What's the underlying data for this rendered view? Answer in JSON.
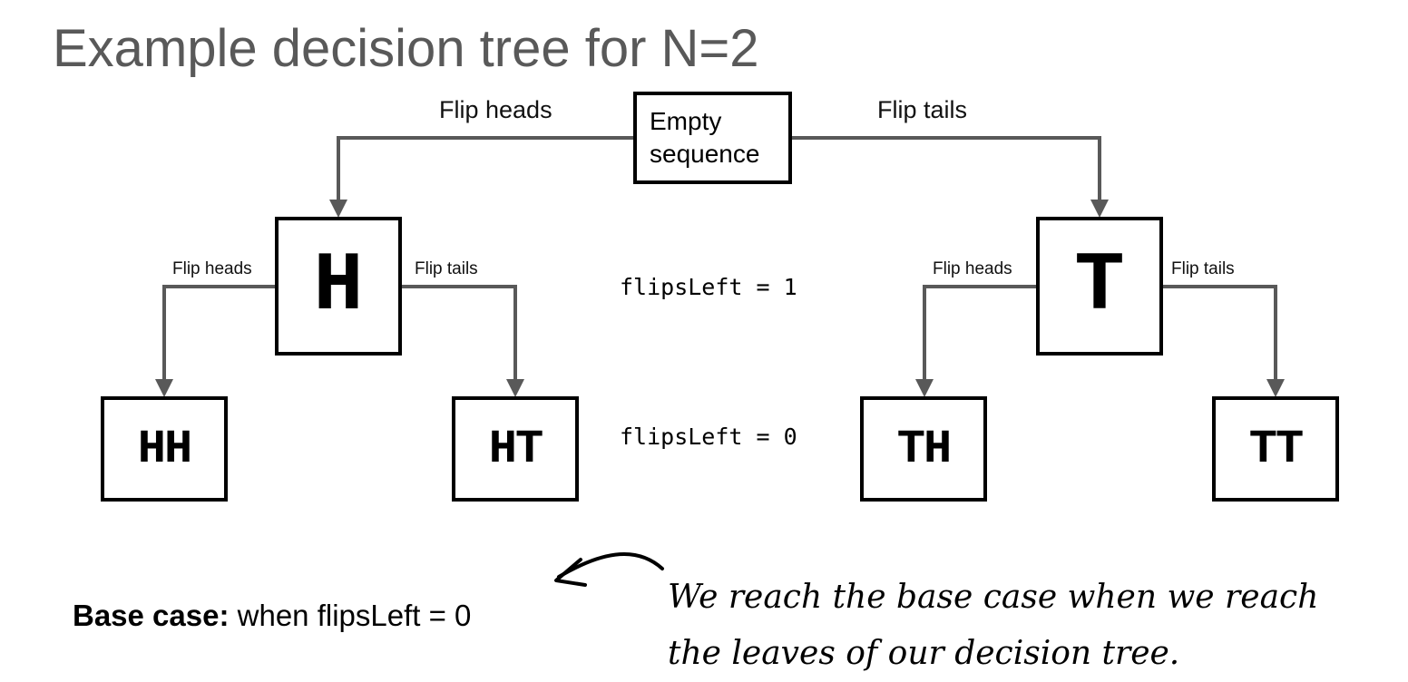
{
  "title": "Example decision tree for N=2",
  "tree": {
    "root": {
      "label": "Empty\nsequence"
    },
    "level1": [
      {
        "label": "H",
        "edge_label": "Flip heads"
      },
      {
        "label": "T",
        "edge_label": "Flip tails"
      }
    ],
    "level2": [
      {
        "label": "HH",
        "edge_label": "Flip heads"
      },
      {
        "label": "HT",
        "edge_label": "Flip tails"
      },
      {
        "label": "TH",
        "edge_label": "Flip heads"
      },
      {
        "label": "TT",
        "edge_label": "Flip tails"
      }
    ]
  },
  "levels": {
    "level1_label": "flipsLeft = 1",
    "level2_label": "flipsLeft = 0"
  },
  "base_case": {
    "bold": "Base case:",
    "text": " when flipsLeft = 0"
  },
  "annotation": "We reach the base case when we reach the leaves of our decision tree.",
  "colors": {
    "title": "#595959",
    "edge": "#595959",
    "border": "#000000"
  }
}
